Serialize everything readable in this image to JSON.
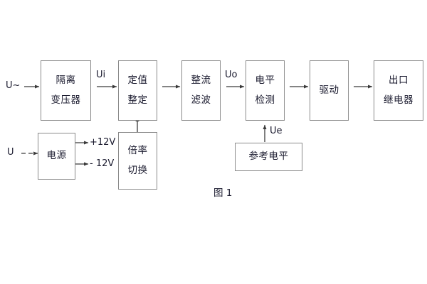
{
  "figure": {
    "caption": "图 1",
    "line_color": "#3a3a3a",
    "box_border_color": "#8a8a8a",
    "text_color": "#1a1a2e",
    "background": "#ffffff"
  },
  "inputs": {
    "ac_input_label": "U~",
    "dc_input_label": "U"
  },
  "signals": {
    "ui": "Ui",
    "uo": "Uo",
    "ue": "Ue"
  },
  "rails": {
    "positive": "+12V",
    "negative": "- 12V"
  },
  "blocks": [
    {
      "id": "isolation-transformer",
      "lines": [
        "隔离",
        "变压器"
      ]
    },
    {
      "id": "setpoint-setting",
      "lines": [
        "定值",
        "整定"
      ]
    },
    {
      "id": "rectify-filter",
      "lines": [
        "整流",
        "滤波"
      ]
    },
    {
      "id": "level-detection",
      "lines": [
        "电平",
        "检测"
      ]
    },
    {
      "id": "drive",
      "lines": [
        "驱动"
      ]
    },
    {
      "id": "output-relay",
      "lines": [
        "出口",
        "继电器"
      ]
    },
    {
      "id": "power-supply",
      "lines": [
        "电源"
      ]
    },
    {
      "id": "multiplier-switch",
      "lines": [
        "倍率",
        "切换"
      ]
    },
    {
      "id": "reference-level",
      "lines": [
        "参考电平"
      ]
    }
  ]
}
